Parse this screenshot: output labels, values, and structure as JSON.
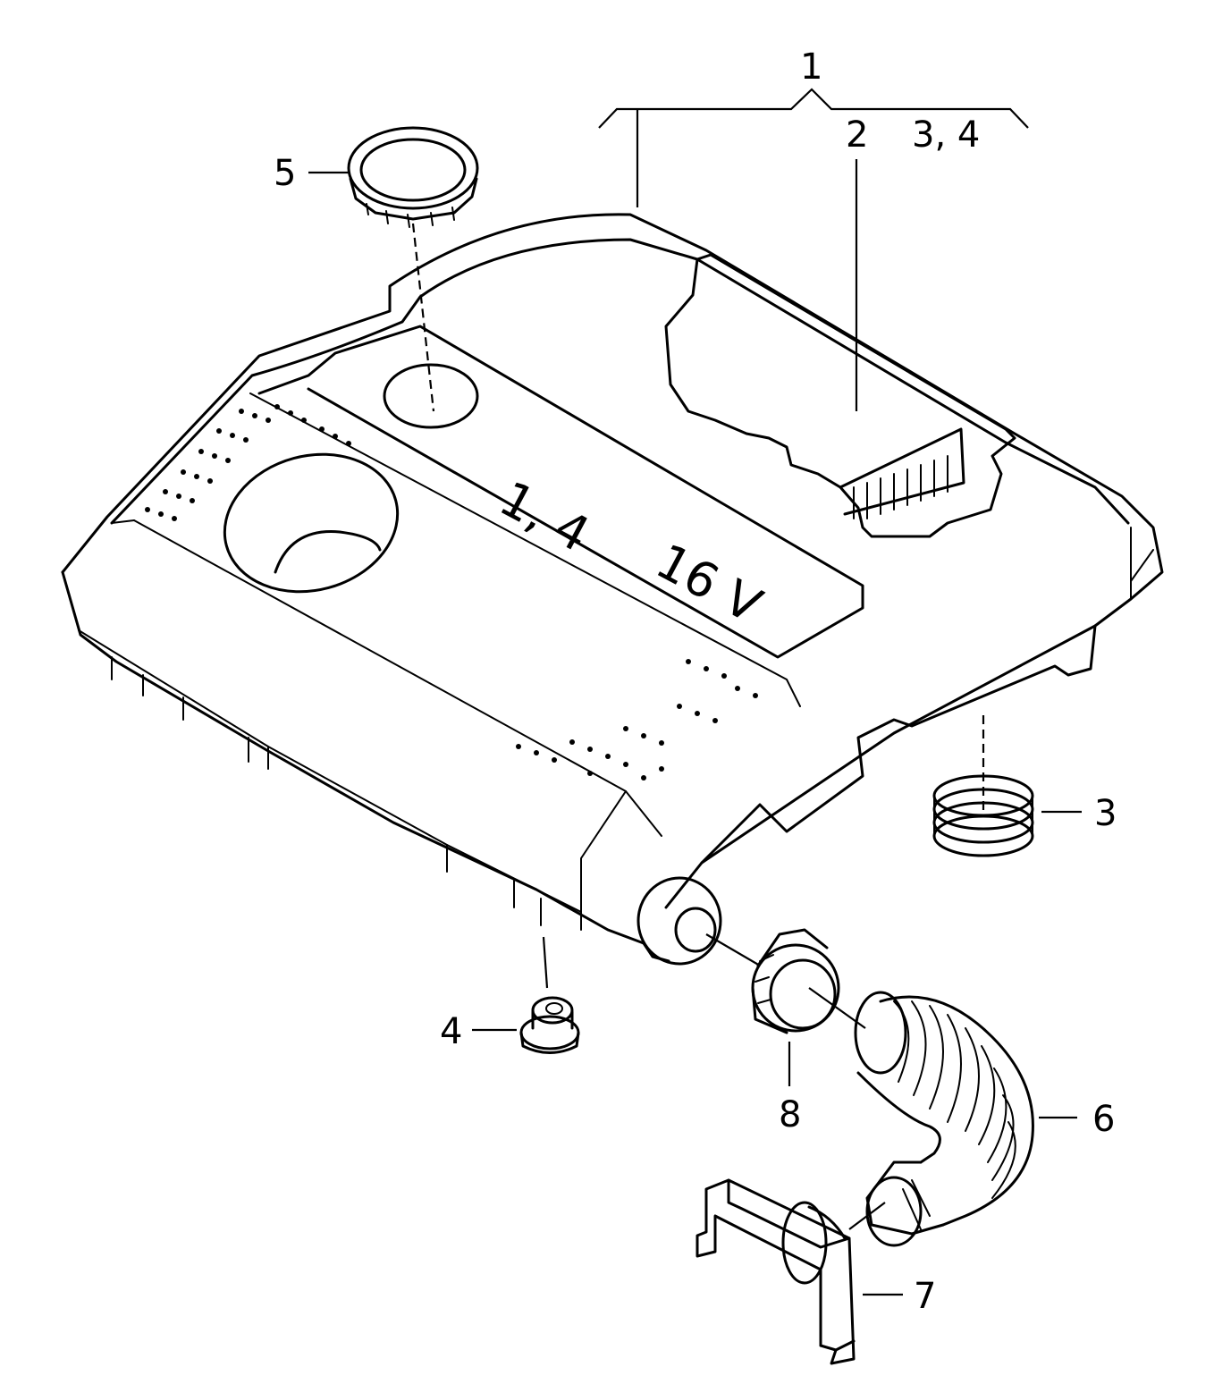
{
  "callouts": {
    "c1": "1",
    "c2": "2",
    "c34": "3, 4",
    "c3": "3",
    "c4": "4",
    "c5": "5",
    "c6": "6",
    "c7": "7",
    "c8": "8"
  },
  "cover_marking": {
    "displacement": "1, 4",
    "valves": "16 V"
  }
}
